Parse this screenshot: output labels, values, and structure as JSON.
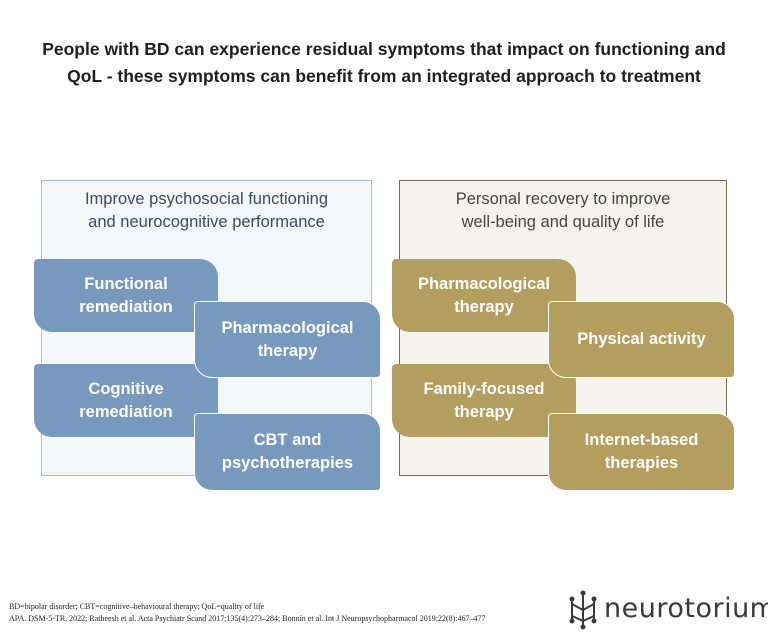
{
  "title": {
    "line1": "People with BD can experience residual symptoms that impact on functioning and",
    "line2": "QoL - these symptoms can benefit from an integrated approach to treatment"
  },
  "left_panel": {
    "heading_line1": "Improve psychosocial functioning",
    "heading_line2": "and neurocognitive performance",
    "color": "#7799bd",
    "boxes": [
      {
        "line1": "Functional",
        "line2": "remediation"
      },
      {
        "line1": "Pharmacological",
        "line2": "therapy"
      },
      {
        "line1": "Cognitive",
        "line2": "remediation"
      },
      {
        "line1": "CBT and",
        "line2": "psychotherapies"
      }
    ]
  },
  "right_panel": {
    "heading_line1": "Personal recovery to improve",
    "heading_line2": "well-being and quality of life",
    "color": "#b49e5f",
    "boxes": [
      {
        "line1": "Pharmacological",
        "line2": "therapy"
      },
      {
        "line1": "Physical activity"
      },
      {
        "line1": "Family-focused",
        "line2": "therapy"
      },
      {
        "line1": "Internet-based",
        "line2": "therapies"
      }
    ]
  },
  "footer": {
    "abbreviations": "BD=bipolar disorder; CBT=cognitive–behavioural therapy; QoL=quality of life",
    "references": "APA. DSM-5-TR. 2022; Ratheesh et al. Acta Psychiatr Scand 2017;135(4):273–284; Bonnín et al. Int J Neuropsychopharmacol 2019;22(8):467–477"
  },
  "logo": {
    "text": "neurotorium",
    "icon": "neuron-cluster-icon"
  }
}
